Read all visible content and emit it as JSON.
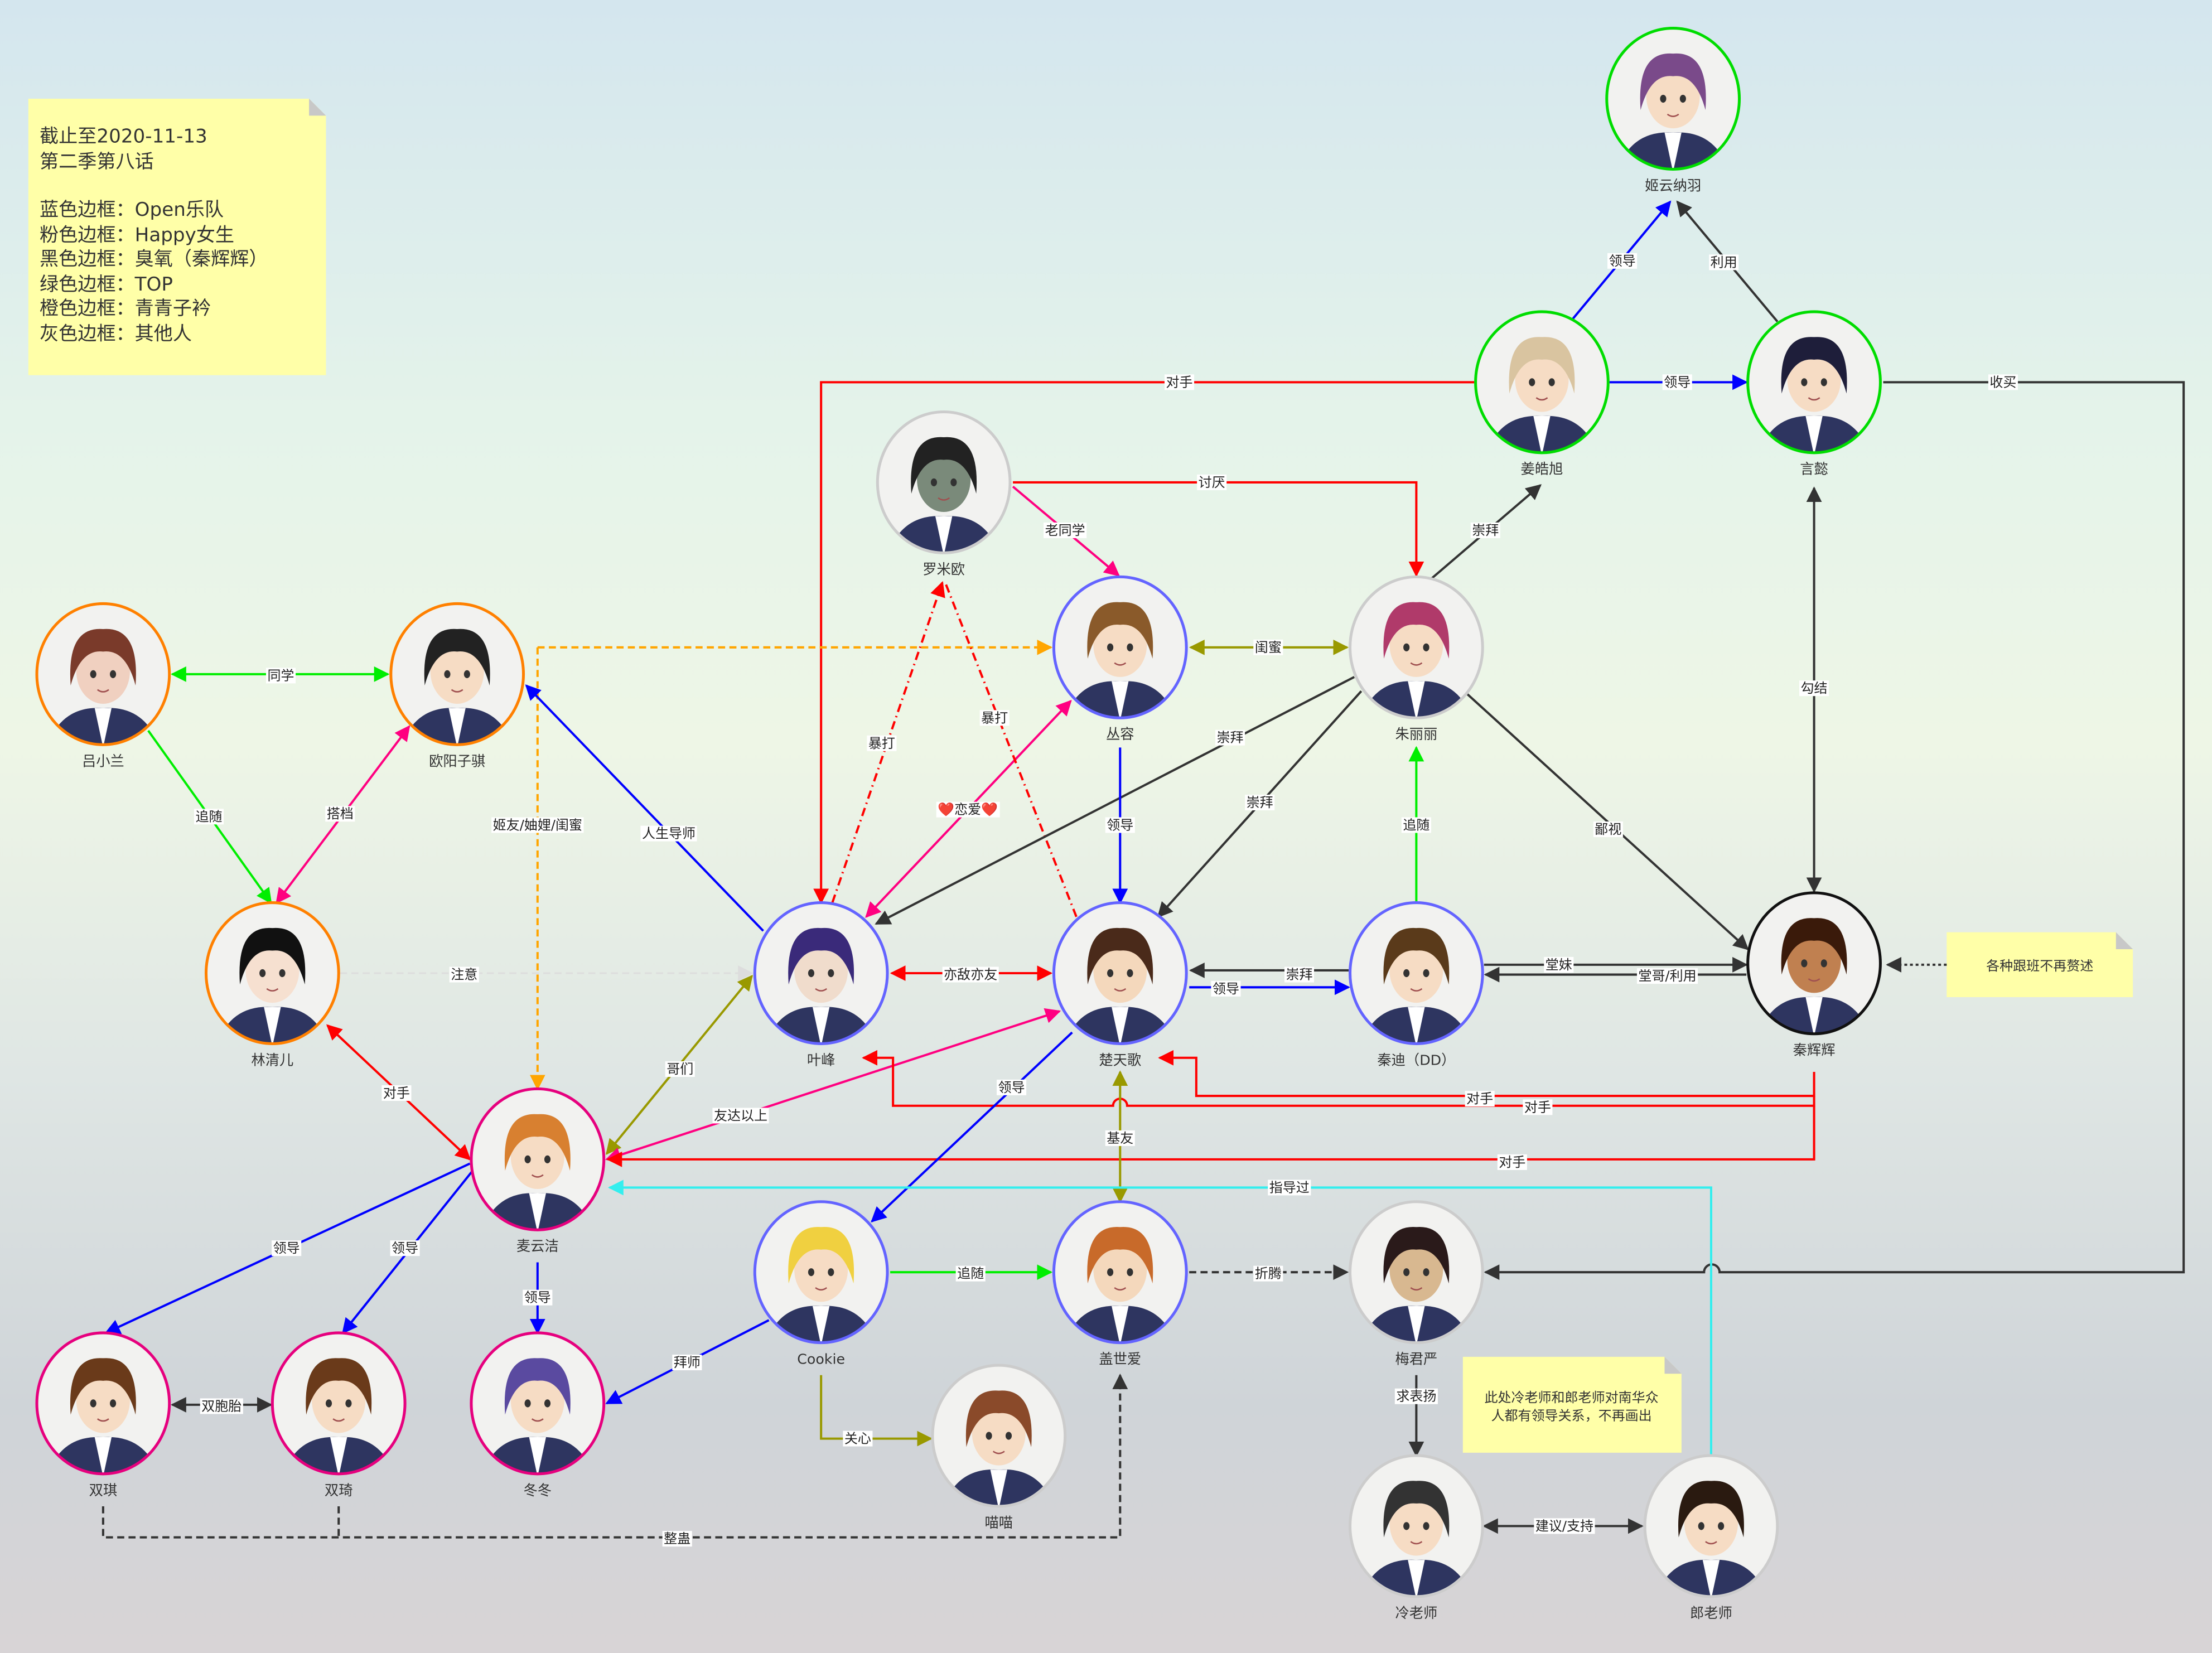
{
  "legend_note": {
    "lines": [
      "截止至2020-11-13",
      "第二季第八话",
      "",
      "蓝色边框：Open乐队",
      "粉色边框：Happy女生",
      "黑色边框：臭氧（秦辉辉）",
      "绿色边框：TOP",
      "橙色边框：青青子衿",
      "灰色边框：其他人"
    ]
  },
  "group_colors": {
    "blue": "#6464ff",
    "pink": "#e6007e",
    "black": "#111111",
    "green": "#00dd00",
    "orange": "#ff8000",
    "gray": "#cccccc"
  },
  "nodes": [
    {
      "name": "姬云纳羽",
      "group": "green"
    },
    {
      "name": "姜皓旭",
      "group": "green"
    },
    {
      "name": "言懿",
      "group": "green"
    },
    {
      "name": "罗米欧",
      "group": "gray"
    },
    {
      "name": "丛容",
      "group": "blue"
    },
    {
      "name": "朱丽丽",
      "group": "gray"
    },
    {
      "name": "吕小兰",
      "group": "orange"
    },
    {
      "name": "欧阳子骐",
      "group": "orange"
    },
    {
      "name": "林清儿",
      "group": "orange"
    },
    {
      "name": "叶峰",
      "group": "blue"
    },
    {
      "name": "楚天歌",
      "group": "blue"
    },
    {
      "name": "秦迪（DD）",
      "group": "blue"
    },
    {
      "name": "秦辉辉",
      "group": "black"
    },
    {
      "name": "麦云洁",
      "group": "pink"
    },
    {
      "name": "Cookie",
      "group": "blue"
    },
    {
      "name": "盖世爱",
      "group": "blue"
    },
    {
      "name": "梅君严",
      "group": "gray"
    },
    {
      "name": "双琪",
      "group": "pink"
    },
    {
      "name": "双琦",
      "group": "pink"
    },
    {
      "name": "冬冬",
      "group": "pink"
    },
    {
      "name": "喵喵",
      "group": "gray"
    },
    {
      "name": "冷老师",
      "group": "gray"
    },
    {
      "name": "郎老师",
      "group": "gray"
    }
  ],
  "edges": [
    {
      "from": "姜皓旭",
      "to": "姬云纳羽",
      "label": "领导",
      "color": "#0000ff"
    },
    {
      "from": "言懿",
      "to": "姬云纳羽",
      "label": "利用",
      "color": "#333333"
    },
    {
      "from": "姜皓旭",
      "to": "言懿",
      "label": "领导",
      "color": "#0000ff"
    },
    {
      "from": "言懿",
      "to": "梅君严",
      "label": "收买",
      "color": "#333333"
    },
    {
      "from": "姜皓旭",
      "to": "叶峰",
      "label": "对手",
      "color": "#ff0000"
    },
    {
      "from": "罗米欧",
      "to": "朱丽丽",
      "label": "讨厌",
      "color": "#ff0000"
    },
    {
      "from": "罗米欧",
      "to": "丛容",
      "label": "老同学",
      "color": "#ff0080"
    },
    {
      "from": "朱丽丽",
      "to": "姜皓旭",
      "label": "崇拜",
      "color": "#333333"
    },
    {
      "from": "言懿",
      "to": "秦辉辉",
      "label": "勾结",
      "color": "#333333"
    },
    {
      "from": "丛容",
      "to": "朱丽丽",
      "label": "闺蜜",
      "color": "#999900"
    },
    {
      "from": "吕小兰",
      "to": "欧阳子骐",
      "label": "同学",
      "color": "#00ee00"
    },
    {
      "from": "吕小兰",
      "to": "林清儿",
      "label": "追随",
      "color": "#00ee00"
    },
    {
      "from": "林清儿",
      "to": "欧阳子骐",
      "label": "搭档",
      "color": "#ff0080"
    },
    {
      "from": "欧阳子骐",
      "to": "丛容/麦云洁",
      "label": "姬友/妯娌/闺蜜",
      "color": "#ffa500"
    },
    {
      "from": "叶峰",
      "to": "欧阳子骐",
      "label": "人生导师",
      "color": "#0000ff"
    },
    {
      "from": "叶峰",
      "to": "丛容",
      "label": "❤️恋爱❤️",
      "color": "#ff0080"
    },
    {
      "from": "叶峰",
      "to": "罗米欧",
      "label": "暴打",
      "color": "#ff0000"
    },
    {
      "from": "楚天歌",
      "to": "罗米欧",
      "label": "暴打",
      "color": "#ff0000"
    },
    {
      "from": "朱丽丽",
      "to": "叶峰",
      "label": "崇拜",
      "color": "#333333"
    },
    {
      "from": "朱丽丽",
      "to": "楚天歌",
      "label": "崇拜",
      "color": "#333333"
    },
    {
      "from": "丛容",
      "to": "楚天歌",
      "label": "领导",
      "color": "#0000ff"
    },
    {
      "from": "朱丽丽",
      "to": "秦辉辉",
      "label": "鄙视",
      "color": "#333333"
    },
    {
      "from": "秦迪（DD）",
      "to": "朱丽丽",
      "label": "追随",
      "color": "#00ee00"
    },
    {
      "from": "林清儿",
      "to": "叶峰",
      "label": "注意",
      "color": "#dddddd"
    },
    {
      "from": "叶峰",
      "to": "楚天歌",
      "label": "亦敌亦友",
      "color": "#ff0000"
    },
    {
      "from": "秦迪（DD）",
      "to": "楚天歌",
      "label": "崇拜",
      "color": "#333333"
    },
    {
      "from": "楚天歌",
      "to": "秦迪（DD）",
      "label": "领导",
      "color": "#0000ff"
    },
    {
      "from": "秦迪（DD）",
      "to": "秦辉辉",
      "label": "堂妹",
      "color": "#333333"
    },
    {
      "from": "秦辉辉",
      "to": "秦迪（DD）",
      "label": "堂哥/利用",
      "color": "#333333"
    },
    {
      "from": "note",
      "to": "秦辉辉",
      "label": "",
      "color": "#333333"
    },
    {
      "from": "林清儿",
      "to": "麦云洁",
      "label": "对手",
      "color": "#ff0000"
    },
    {
      "from": "麦云洁",
      "to": "叶峰",
      "label": "哥们",
      "color": "#999900"
    },
    {
      "from": "麦云洁",
      "to": "楚天歌",
      "label": "友达以上",
      "color": "#ff0080"
    },
    {
      "from": "秦辉辉",
      "to": "楚天歌",
      "label": "对手",
      "color": "#ff0000"
    },
    {
      "from": "秦辉辉",
      "to": "叶峰",
      "label": "对手",
      "color": "#ff0000"
    },
    {
      "from": "秦辉辉",
      "to": "麦云洁",
      "label": "对手",
      "color": "#ff0000"
    },
    {
      "from": "楚天歌",
      "to": "Cookie",
      "label": "领导",
      "color": "#0000ff"
    },
    {
      "from": "楚天歌",
      "to": "盖世爱",
      "label": "基友",
      "color": "#999900"
    },
    {
      "from": "郎老师",
      "to": "麦云洁",
      "label": "指导过",
      "color": "#33eeee"
    },
    {
      "from": "麦云洁",
      "to": "双琪",
      "label": "领导",
      "color": "#0000ff"
    },
    {
      "from": "麦云洁",
      "to": "双琦",
      "label": "领导",
      "color": "#0000ff"
    },
    {
      "from": "麦云洁",
      "to": "冬冬",
      "label": "领导",
      "color": "#0000ff"
    },
    {
      "from": "Cookie",
      "to": "盖世爱",
      "label": "追随",
      "color": "#00ee00"
    },
    {
      "from": "盖世爱",
      "to": "梅君严",
      "label": "折腾",
      "color": "#333333"
    },
    {
      "from": "Cookie",
      "to": "冬冬",
      "label": "拜师",
      "color": "#0000ff"
    },
    {
      "from": "双琪",
      "to": "双琦",
      "label": "双胞胎",
      "color": "#333333"
    },
    {
      "from": "Cookie",
      "to": "喵喵",
      "label": "关心",
      "color": "#999900"
    },
    {
      "from": "双琪/双琦",
      "to": "盖世爱",
      "label": "整蛊",
      "color": "#333333"
    },
    {
      "from": "梅君严",
      "to": "冷老师",
      "label": "求表扬",
      "color": "#333333"
    },
    {
      "from": "冷老师",
      "to": "郎老师",
      "label": "建议/支持",
      "color": "#333333"
    }
  ],
  "notes": {
    "henchmen": "各种跟班不再赘述",
    "teachers_line1": "此处冷老师和郎老师对南华众",
    "teachers_line2": "人都有领导关系，不再画出"
  }
}
